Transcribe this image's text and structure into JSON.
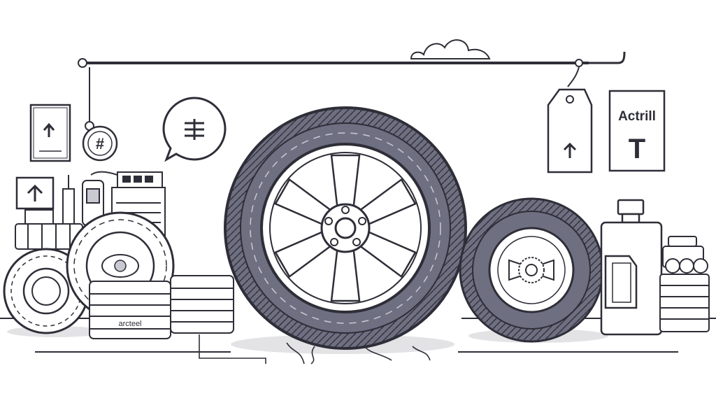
{
  "scene": {
    "colors": {
      "ink": "#2e2e38",
      "tire": "#6f6f82",
      "tire_dark": "#55556a",
      "rubber_light": "#c9c9d2",
      "floor_shadow": "#e3e3e6",
      "white": "#ffffff"
    },
    "right_sign": {
      "title": "Actrill",
      "glyph": "T"
    },
    "left_sign": {
      "icon": "up-arrow-icon"
    },
    "hang_tag": {
      "icon": "up-arrow-icon"
    },
    "speech_bubble": {
      "icon": "currency-symbol-icon"
    },
    "hanging_badge": {
      "glyph": "#"
    },
    "tire_stack": {
      "label": "arcteel"
    },
    "main_tire": {
      "sidewall_text": ""
    },
    "small_tire": {
      "sidewall_text": ""
    }
  }
}
